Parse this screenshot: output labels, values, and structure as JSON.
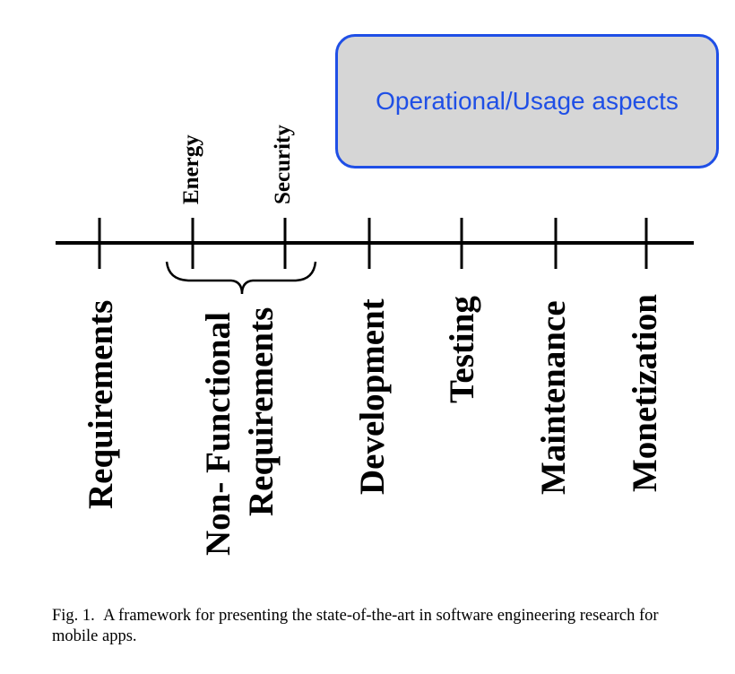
{
  "ops_box": {
    "label": "Operational/Usage aspects"
  },
  "top_labels": {
    "energy": "Energy",
    "security": "Security"
  },
  "phases": {
    "requirements": "Requirements",
    "nfr_line1": "Non- Functional",
    "nfr_line2": "Requirements",
    "development": "Development",
    "testing": "Testing",
    "maintenance": "Maintenance",
    "monetization": "Monetization"
  },
  "caption": {
    "label": "Fig. 1.",
    "text": "A framework for presenting the state-of-the-art in software engineering research for mobile apps."
  },
  "colors": {
    "box_border": "#1f4fe6",
    "box_fill": "#d6d6d6",
    "box_text": "#1f4fe6",
    "lines": "#000000"
  }
}
